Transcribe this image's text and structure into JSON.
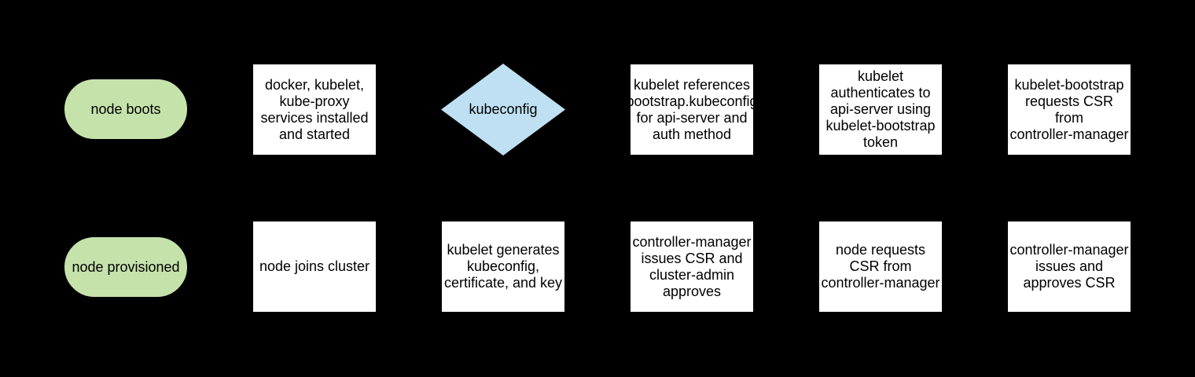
{
  "palette": {
    "background": "#000000",
    "process_fill": "#ffffff",
    "terminator_fill": "#c5e2ab",
    "terminator_border": "#000000",
    "decision_fill": "#bee0f2",
    "text_color": "#000000"
  },
  "flowchart": {
    "rows": [
      {
        "nodes": [
          {
            "type": "terminator",
            "label": "node boots"
          },
          {
            "type": "process",
            "label": "docker, kubelet,\nkube-proxy\nservices installed\nand started"
          },
          {
            "type": "decision",
            "label": "kubeconfig"
          },
          {
            "type": "process",
            "label": "kubelet references\nbootstrap.kubeconfig\nfor api-server and\nauth method"
          },
          {
            "type": "process",
            "label": "kubelet\nauthenticates to\napi-server using\nkubelet-bootstrap\ntoken"
          },
          {
            "type": "process",
            "label": "kubelet-bootstrap\nrequests CSR\nfrom\ncontroller-manager"
          }
        ]
      },
      {
        "nodes": [
          {
            "type": "terminator",
            "label": "node provisioned"
          },
          {
            "type": "process",
            "label": "node joins cluster"
          },
          {
            "type": "process",
            "label": "kubelet generates\nkubeconfig,\ncertificate, and key"
          },
          {
            "type": "process",
            "label": "controller-manager\nissues CSR and\ncluster-admin\napproves"
          },
          {
            "type": "process",
            "label": "node requests\nCSR from\ncontroller-manager"
          },
          {
            "type": "process",
            "label": "controller-manager\nissues and\napproves CSR"
          }
        ]
      }
    ]
  }
}
